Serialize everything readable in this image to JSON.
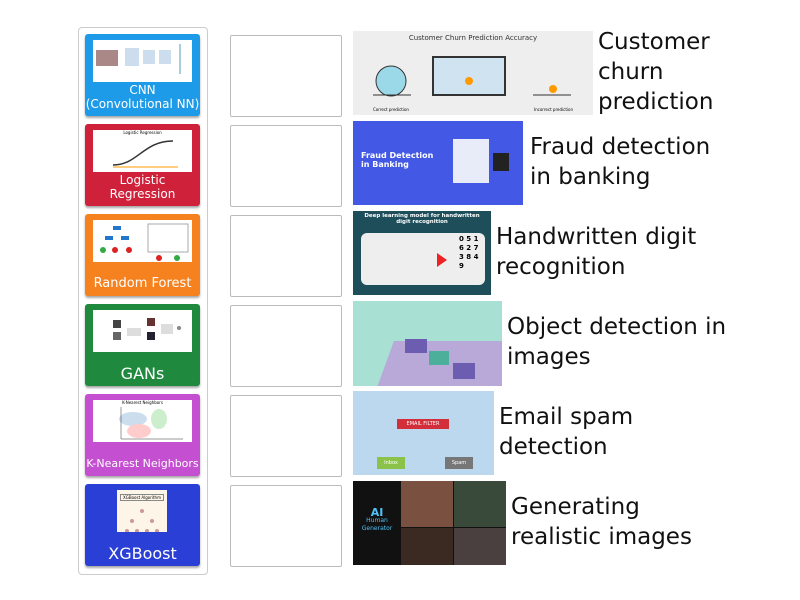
{
  "cards": [
    {
      "label": "CNN (Convolutional NN)",
      "color": "#1e9be8"
    },
    {
      "label": "Logistic Regression",
      "color": "#d0213a",
      "thumb_title": "Logistic Regression"
    },
    {
      "label": "Random Forest",
      "color": "#f5821f"
    },
    {
      "label": "GANs",
      "color": "#1f8a3e"
    },
    {
      "label": "K-Nearest Neighbors",
      "color": "#c44fd0",
      "thumb_title": "K-Nearest Neighbors"
    },
    {
      "label": "XGBoost",
      "color": "#2a3fd6",
      "thumb_title": "XGBoost Algorithm"
    }
  ],
  "targets": [
    {
      "text": "Customer churn prediction",
      "image_title": "Customer Churn Prediction Accuracy",
      "image_captions": [
        "Correct prediction",
        "Incorrect prediction"
      ]
    },
    {
      "text": "Fraud detection in banking",
      "image_title": "Fraud Detection in Banking"
    },
    {
      "text": "Handwritten digit recognition",
      "image_title": "Deep learning model for handwritten digit recognition",
      "digits": "0 5 1 6 2 7 3 8 4 9"
    },
    {
      "text": "Object detection in images"
    },
    {
      "text": "Email spam detection",
      "image_labels": [
        "EMAIL FILTER",
        "Inbox",
        "Spam"
      ]
    },
    {
      "text": "Generating realistic images",
      "image_labels": [
        "AI",
        "Human",
        "Generator"
      ]
    }
  ]
}
